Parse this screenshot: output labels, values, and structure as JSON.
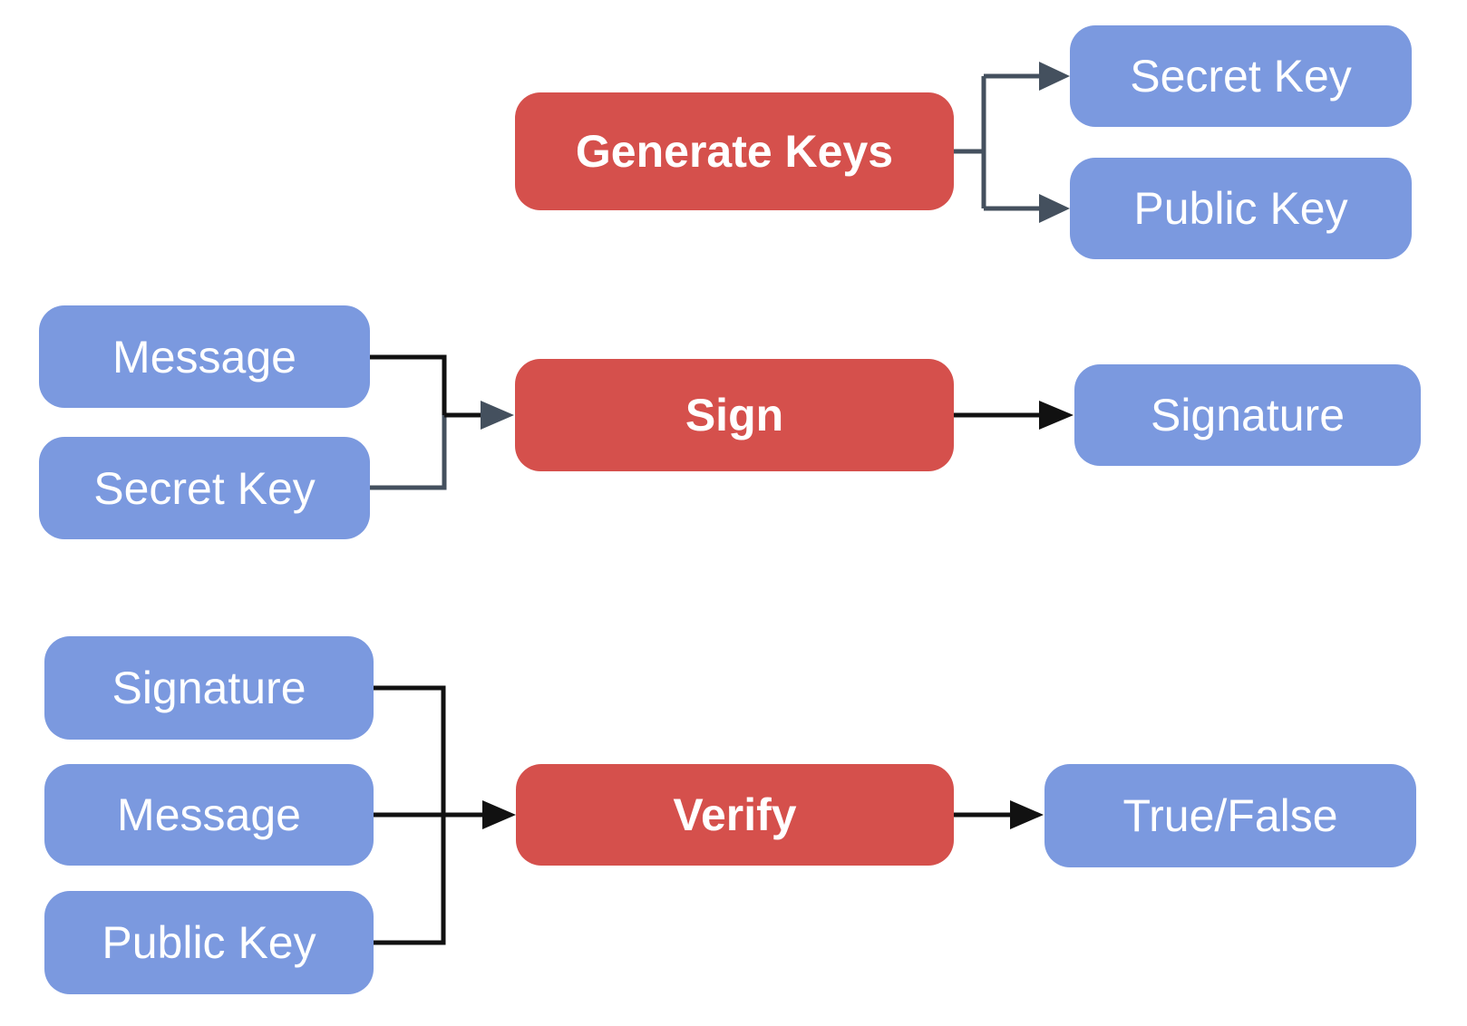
{
  "diagram": {
    "type": "flowchart",
    "topic": "digital-signature-scheme",
    "colors": {
      "process": "#d5504c",
      "data": "#7b99df",
      "connector_dark": "#44505e",
      "connector_black": "#111111",
      "text": "#ffffff",
      "bg": "#ffffff"
    },
    "nodes": {
      "generate_keys": {
        "label": "Generate Keys",
        "type": "process"
      },
      "secret_key_out": {
        "label": "Secret Key",
        "type": "data"
      },
      "public_key_out": {
        "label": "Public Key",
        "type": "data"
      },
      "message_sign": {
        "label": "Message",
        "type": "data"
      },
      "secret_key_sign": {
        "label": "Secret Key",
        "type": "data"
      },
      "sign": {
        "label": "Sign",
        "type": "process"
      },
      "signature_out": {
        "label": "Signature",
        "type": "data"
      },
      "signature_verify": {
        "label": "Signature",
        "type": "data"
      },
      "message_verify": {
        "label": "Message",
        "type": "data"
      },
      "public_key_verify": {
        "label": "Public Key",
        "type": "data"
      },
      "verify": {
        "label": "Verify",
        "type": "process"
      },
      "true_false": {
        "label": "True/False",
        "type": "data"
      }
    },
    "edges": [
      {
        "from": "generate_keys",
        "to": "secret_key_out"
      },
      {
        "from": "generate_keys",
        "to": "public_key_out"
      },
      {
        "from": "message_sign",
        "to": "sign"
      },
      {
        "from": "secret_key_sign",
        "to": "sign"
      },
      {
        "from": "sign",
        "to": "signature_out"
      },
      {
        "from": "signature_verify",
        "to": "verify"
      },
      {
        "from": "message_verify",
        "to": "verify"
      },
      {
        "from": "public_key_verify",
        "to": "verify"
      },
      {
        "from": "verify",
        "to": "true_false"
      }
    ]
  }
}
